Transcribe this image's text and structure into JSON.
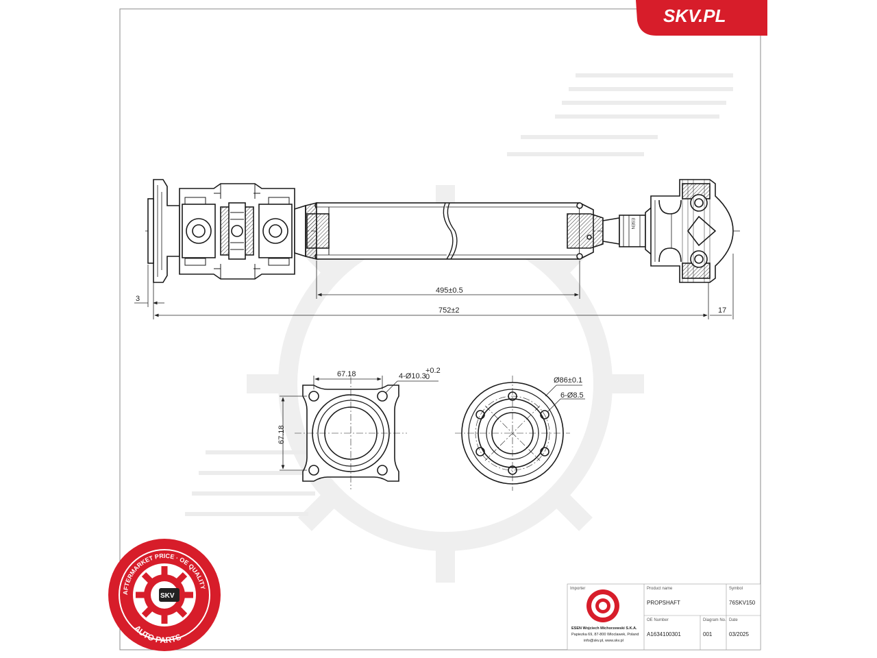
{
  "brand": {
    "name": "SKV.PL",
    "color": "#d71d2a"
  },
  "seal": {
    "ring_text": "AFTERMARKET PRICE · OE QUALITY",
    "bottom_text": "AUTO PARTS",
    "center_text": "SKV"
  },
  "drawing": {
    "dims": {
      "left_offset": "3",
      "tube_length": "495±0.5",
      "total_length": "752±2",
      "right_offset": "17",
      "flange_side_h": "67.18",
      "flange_side_v": "67.18",
      "flange_holes": "4-Ø10.3",
      "flange_holes_tol": "+0.2",
      "flange_holes_tol_low": "0",
      "round_diameter": "Ø86±0.1",
      "round_holes": "6-Ø8.5"
    },
    "stamp": "ESEN"
  },
  "title_block": {
    "importer_label": "Importer",
    "importer_name": "ESEN Wojciech Michorzewski S.K.A.",
    "importer_address": "Papiezka 69, 87-800 Wloclawek, Poland",
    "importer_contact": "info@skv.pl, www.skv.pl",
    "product_name_label": "Product name",
    "product_name": "PROPSHAFT",
    "symbol_label": "Symbol",
    "symbol": "76SKV150",
    "oe_label": "OE Number",
    "oe_number": "A1634100301",
    "diagram_label": "Diagram No.",
    "diagram_no": "001",
    "date_label": "Date",
    "date": "03/2025"
  },
  "colors": {
    "line": "#1a1a1a",
    "frame": "#888888",
    "watermark": "#f0f0f0"
  }
}
